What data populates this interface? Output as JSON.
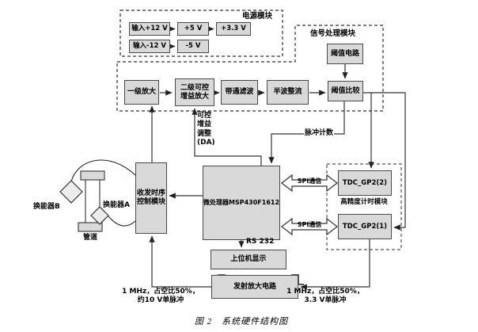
{
  "caption": "图 2　系统硬件结构图",
  "power_module": {
    "label": "电源模块",
    "input_pos": "输入+12 V",
    "v5": "+5 V",
    "v33": "+3.3 V",
    "input_neg": "输入-12 V",
    "vn5": "-5 V"
  },
  "signal_module": {
    "label": "信号处理模块",
    "threshold_circuit": "阈值电路",
    "amp1": "一级放大",
    "amp2_line1": "二级可控",
    "amp2_line2": "增益放大",
    "bandpass": "带通滤波",
    "rectifier": "半波整流",
    "comparator": "阈值比较"
  },
  "mcu": {
    "label": "微处理器MSP430F1612"
  },
  "timing_module": {
    "label": "高精度计时模块",
    "tdc2": "TDC_GP2(2)",
    "tdc1": "TDC_GP2(1)",
    "spi": "SPI通信"
  },
  "txrx_module": {
    "line1": "收发时序",
    "line2": "控制模块"
  },
  "plumbing": {
    "transducer_b": "换能器B",
    "transducer_a": "换能器A",
    "pipe": "管道"
  },
  "host_display": {
    "label": "上位机显示"
  },
  "tx_amp": {
    "label": "发射放大电路"
  },
  "annotations": {
    "gain_adjust": [
      "可控",
      "增益",
      "调整",
      "(DA)"
    ],
    "pulse_count": "脉冲计数",
    "rs232": "RS 232",
    "pulse_left_1": "1 MHz，占空比50%，",
    "pulse_left_2": "约10 V单脉冲",
    "pulse_right_1": "1 MHz，占空比50%，",
    "pulse_right_2": "3.3 V单脉冲"
  },
  "colors": {
    "box_fill": "#d9d9d9",
    "line": "#333333"
  }
}
